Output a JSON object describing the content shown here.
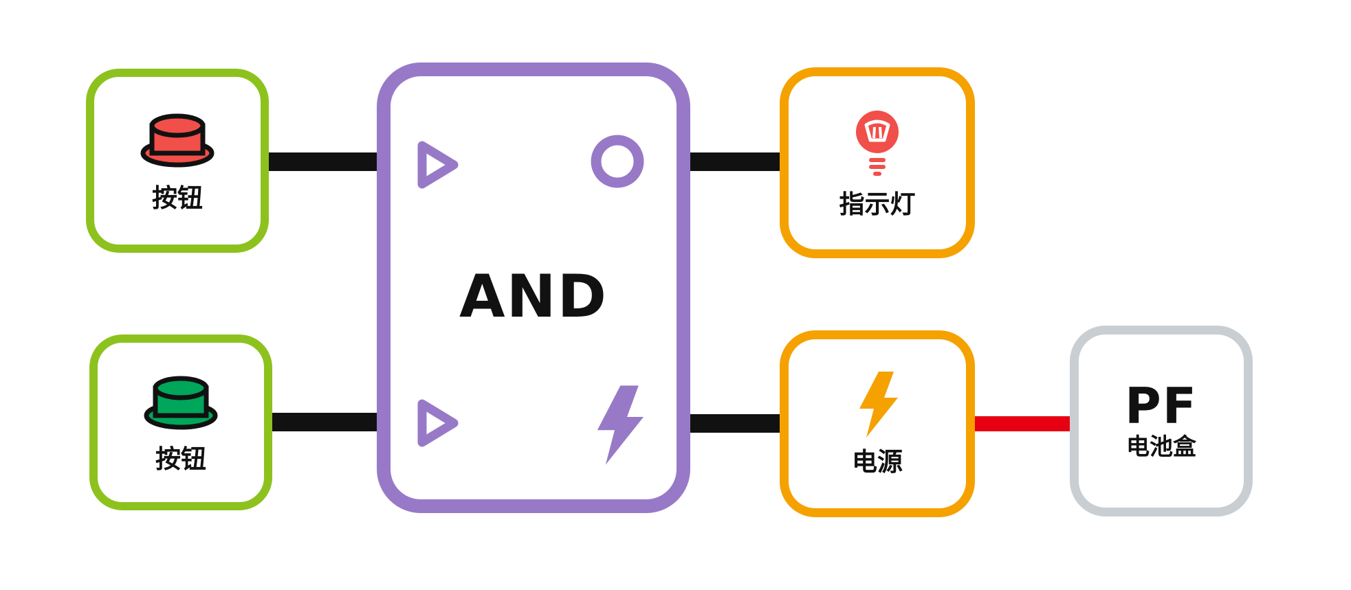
{
  "diagram": {
    "gate": {
      "label": "AND",
      "icons": [
        "triangle-input",
        "triangle-input",
        "circle-output",
        "bolt-power"
      ]
    },
    "nodes": [
      {
        "id": "button-top",
        "label": "按钮",
        "icon": "push-button-red"
      },
      {
        "id": "button-bottom",
        "label": "按钮",
        "icon": "push-button-green"
      },
      {
        "id": "indicator",
        "label": "指示灯",
        "icon": "bulb-red"
      },
      {
        "id": "power",
        "label": "电源",
        "icon": "bolt-orange"
      },
      {
        "id": "battery-box",
        "label": "PF",
        "sublabel": "电池盒"
      }
    ],
    "wires": [
      {
        "from": "button-top",
        "to": "gate",
        "color": "#111111"
      },
      {
        "from": "button-bottom",
        "to": "gate",
        "color": "#111111"
      },
      {
        "from": "gate",
        "to": "indicator",
        "color": "#111111"
      },
      {
        "from": "gate",
        "to": "power",
        "color": "#111111"
      },
      {
        "from": "power",
        "to": "battery-box",
        "color": "#E60012"
      }
    ],
    "colors": {
      "node_green_border": "#8DC21E",
      "gate_purple": "#9879C7",
      "node_orange_border": "#F5A100",
      "node_gray_border": "#C9CED3",
      "wire_black": "#111111",
      "wire_red": "#E60012",
      "button_red": "#F14F49",
      "button_green": "#00A65A",
      "bulb_red": "#F14F49",
      "bolt_orange": "#F5A100",
      "text": "#111111"
    }
  }
}
